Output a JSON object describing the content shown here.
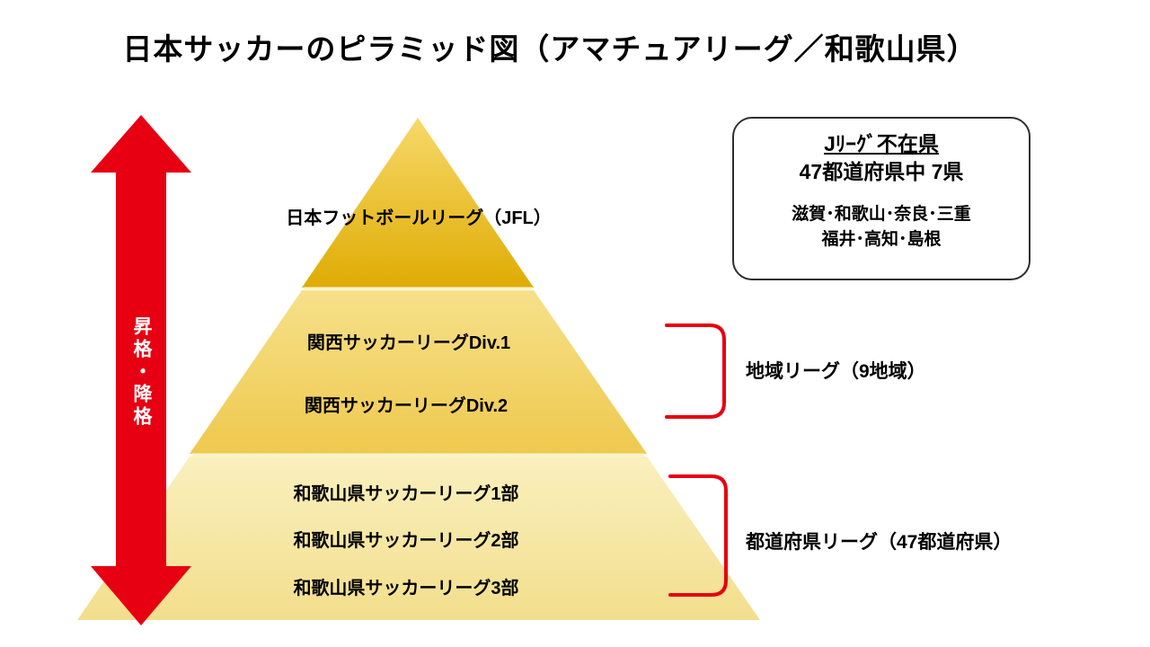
{
  "title": "日本サッカーのピラミッド図（アマチュアリーグ／和歌山県）",
  "pyramid": {
    "tiers": [
      {
        "name": "jfl",
        "labels": [
          "日本フットボールリーグ（JFL）"
        ]
      },
      {
        "name": "regional",
        "labels": [
          "関西サッカーリーグDiv.1",
          "関西サッカーリーグDiv.2"
        ]
      },
      {
        "name": "prefectural",
        "labels": [
          "和歌山県サッカーリーグ1部",
          "和歌山県サッカーリーグ2部",
          "和歌山県サッカーリーグ3部"
        ]
      }
    ]
  },
  "arrow": {
    "label": "昇格・降格",
    "color": "#E60012"
  },
  "info_box": {
    "heading": "Jﾘｰｸﾞ不在県",
    "subheading": "47都道府県中 7県",
    "lines": [
      "滋賀･和歌山･奈良･三重",
      "福井･高知･島根"
    ]
  },
  "annotations": [
    {
      "label": "地域リーグ（9地域）"
    },
    {
      "label": "都道府県リーグ（47都道府県）"
    }
  ],
  "colors": {
    "accent_red": "#E60012",
    "tier1_top": "#F7D96A",
    "tier1_bottom": "#DFAC04",
    "tier2_top": "#F6E08A",
    "tier2_bottom": "#EFC94E",
    "tier3_top": "#FAF0BE",
    "tier3_bottom": "#F2DE8C"
  }
}
